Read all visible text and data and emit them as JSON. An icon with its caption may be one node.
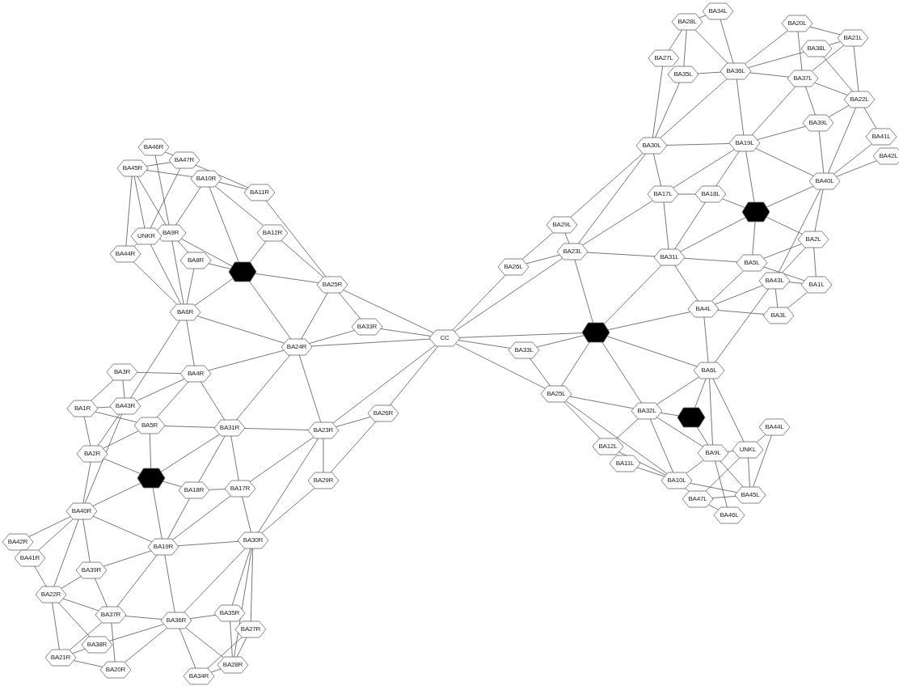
{
  "diagram": {
    "nodes": [
      {
        "text": [
          "BA46R"
        ]
      },
      {
        "text": [
          "BA47R"
        ]
      },
      {
        "text": [
          "BA45R"
        ]
      },
      {
        "text": [
          "BA10R"
        ]
      },
      {
        "text": [
          "BA11R"
        ]
      },
      {
        "text": [
          "BA9R"
        ]
      },
      {
        "text": [
          "UNKR"
        ]
      },
      {
        "text": [
          "BA12R"
        ]
      },
      {
        "text": [
          "BA44R"
        ]
      },
      {
        "text": [
          "BA8R"
        ]
      },
      {
        "text": [],
        "shape": "hexagon"
      },
      {
        "text": [
          "BA25R"
        ]
      },
      {
        "text": [
          "BA6R"
        ]
      },
      {
        "text": [
          "BA33R"
        ]
      },
      {
        "text": [
          "BA24R"
        ]
      },
      {
        "text": [
          "CC"
        ]
      },
      {
        "text": [
          "BA3R"
        ]
      },
      {
        "text": [
          "BA4R"
        ]
      },
      {
        "text": [
          "BA1R"
        ]
      },
      {
        "text": [
          "BA43R"
        ]
      },
      {
        "text": [
          "BA5R"
        ]
      },
      {
        "text": [
          "BA31R"
        ]
      },
      {
        "text": [
          "BA23R"
        ]
      },
      {
        "text": [
          "BA26R"
        ]
      },
      {
        "text": [
          "BA2R"
        ]
      },
      {
        "text": [],
        "shape": "hexagon"
      },
      {
        "text": [
          "BA18R"
        ]
      },
      {
        "text": [
          "BA17R"
        ]
      },
      {
        "text": [
          "BA29R"
        ]
      },
      {
        "text": [
          "BA40R"
        ]
      },
      {
        "text": [
          "BA42R"
        ]
      },
      {
        "text": [
          "BA41R"
        ]
      },
      {
        "text": [
          "BA19R"
        ]
      },
      {
        "text": [
          "BA30R"
        ]
      },
      {
        "text": [
          "BA39R"
        ]
      },
      {
        "text": [
          "BA22R"
        ]
      },
      {
        "text": [
          "BA37R"
        ]
      },
      {
        "text": [
          "BA36R"
        ]
      },
      {
        "text": [
          "BA35R"
        ]
      },
      {
        "text": [
          "BA27R"
        ]
      },
      {
        "text": [
          "BA38R"
        ]
      },
      {
        "text": [
          "BA21R"
        ]
      },
      {
        "text": [
          "BA20R"
        ]
      },
      {
        "text": [
          "BA28R"
        ]
      },
      {
        "text": [
          "BA34R"
        ]
      },
      {
        "text": [
          "BA34L"
        ]
      },
      {
        "text": [
          "BA28L"
        ]
      },
      {
        "text": [
          "BA20L"
        ]
      },
      {
        "text": [
          "BA21L"
        ]
      },
      {
        "text": [
          "BA38L"
        ]
      },
      {
        "text": [
          "BA27L"
        ]
      },
      {
        "text": [
          "BA36L"
        ]
      },
      {
        "text": [
          "BA35L"
        ]
      },
      {
        "text": [
          "BA37L"
        ]
      },
      {
        "text": [
          "BA22L"
        ]
      },
      {
        "text": [
          "BA39L"
        ]
      },
      {
        "text": [
          "BA41L"
        ]
      },
      {
        "text": [
          "BA30L"
        ]
      },
      {
        "text": [
          "BA19L"
        ]
      },
      {
        "text": [
          "BA42L"
        ]
      },
      {
        "text": [
          "BA40L"
        ]
      },
      {
        "text": [
          "BA17L"
        ]
      },
      {
        "text": [
          "BA18L"
        ]
      },
      {
        "text": [],
        "shape": "hexagon"
      },
      {
        "text": [
          "BA29L"
        ]
      },
      {
        "text": [
          "BA2L"
        ]
      },
      {
        "text": [
          "BA23L"
        ]
      },
      {
        "text": [
          "BA31L"
        ]
      },
      {
        "text": [
          "BA5L"
        ]
      },
      {
        "text": [
          "BA26L"
        ]
      },
      {
        "text": [
          "BA43L"
        ]
      },
      {
        "text": [
          "BA1L"
        ]
      },
      {
        "text": [
          "BA4L"
        ]
      },
      {
        "text": [
          "BA3L"
        ]
      },
      {
        "text": [],
        "shape": "hexagon"
      },
      {
        "text": [
          "BA33L"
        ]
      },
      {
        "text": [
          "BA6L"
        ]
      },
      {
        "text": [
          "BA25L"
        ]
      },
      {
        "text": [
          "BA32L"
        ]
      },
      {
        "text": [],
        "shape": "hexagon"
      },
      {
        "text": [
          "BA44L"
        ]
      },
      {
        "text": [
          "BA12L"
        ]
      },
      {
        "text": [
          "BA9L"
        ]
      },
      {
        "text": [
          "UNKL"
        ]
      },
      {
        "text": [
          "BA11L"
        ]
      },
      {
        "text": [
          "BA10L"
        ]
      },
      {
        "text": [
          "BA45L"
        ]
      },
      {
        "text": [
          "BA47L"
        ]
      },
      {
        "text": [
          "BA46L"
        ]
      }
    ],
    "edges": [
      {
        "from": 0,
        "to": 1,
        "arrow": "none"
      },
      {
        "from": 0,
        "to": 5,
        "arrow": "none"
      },
      {
        "from": 2,
        "to": 1,
        "arrow": "none"
      },
      {
        "from": 2,
        "to": 3,
        "arrow": "none"
      },
      {
        "from": 2,
        "to": 8,
        "arrow": "none"
      },
      {
        "from": 2,
        "to": 6,
        "arrow": "none"
      },
      {
        "from": 2,
        "to": 5,
        "arrow": "none"
      },
      {
        "from": 1,
        "to": 6,
        "arrow": "none"
      },
      {
        "from": 1,
        "to": 4,
        "arrow": "none"
      },
      {
        "from": 3,
        "to": 4,
        "arrow": "none"
      },
      {
        "from": 3,
        "to": 7,
        "arrow": "none"
      },
      {
        "from": 3,
        "to": 5,
        "arrow": "none"
      },
      {
        "from": 3,
        "to": 10,
        "arrow": "none"
      },
      {
        "from": 7,
        "to": 10,
        "arrow": "none"
      },
      {
        "from": 4,
        "to": 11,
        "arrow": "none"
      },
      {
        "from": 7,
        "to": 11,
        "arrow": "none"
      },
      {
        "from": 6,
        "to": 8,
        "arrow": "none"
      },
      {
        "from": 6,
        "to": 12,
        "arrow": "none"
      },
      {
        "from": 5,
        "to": 10,
        "arrow": "none"
      },
      {
        "from": 5,
        "to": 9,
        "arrow": "none"
      },
      {
        "from": 5,
        "to": 12,
        "arrow": "none"
      },
      {
        "from": 8,
        "to": 12,
        "arrow": "none"
      },
      {
        "from": 9,
        "to": 10,
        "arrow": "none"
      },
      {
        "from": 9,
        "to": 12,
        "arrow": "none"
      },
      {
        "from": 10,
        "to": 11,
        "arrow": "none"
      },
      {
        "from": 10,
        "to": 14,
        "arrow": "none"
      },
      {
        "from": 10,
        "to": 12,
        "arrow": "none"
      },
      {
        "from": 12,
        "to": 14,
        "arrow": "none"
      },
      {
        "from": 11,
        "to": 14,
        "arrow": "none"
      },
      {
        "from": 11,
        "to": 13,
        "arrow": "none"
      },
      {
        "from": 11,
        "to": 15,
        "arrow": "none"
      },
      {
        "from": 13,
        "to": 14,
        "arrow": "none"
      },
      {
        "from": 13,
        "to": 15,
        "arrow": "none"
      },
      {
        "from": 14,
        "to": 15,
        "arrow": "none"
      },
      {
        "from": 12,
        "to": 19,
        "arrow": "none"
      },
      {
        "from": 12,
        "to": 17,
        "arrow": "none"
      },
      {
        "from": 16,
        "to": 17,
        "arrow": "none"
      },
      {
        "from": 16,
        "to": 18,
        "arrow": "none"
      },
      {
        "from": 16,
        "to": 19,
        "arrow": "none"
      },
      {
        "from": 17,
        "to": 14,
        "arrow": "none"
      },
      {
        "from": 17,
        "to": 19,
        "arrow": "none"
      },
      {
        "from": 17,
        "to": 20,
        "arrow": "none"
      },
      {
        "from": 17,
        "to": 21,
        "arrow": "none"
      },
      {
        "from": 18,
        "to": 19,
        "arrow": "none"
      },
      {
        "from": 18,
        "to": 20,
        "arrow": "none"
      },
      {
        "from": 18,
        "to": 24,
        "arrow": "none"
      },
      {
        "from": 19,
        "to": 24,
        "arrow": "none"
      },
      {
        "from": 19,
        "to": 29,
        "arrow": "none"
      },
      {
        "from": 20,
        "to": 24,
        "arrow": "none"
      },
      {
        "from": 20,
        "to": 21,
        "arrow": "none"
      },
      {
        "from": 20,
        "to": 25,
        "arrow": "none"
      },
      {
        "from": 21,
        "to": 14,
        "arrow": "none"
      },
      {
        "from": 21,
        "to": 22,
        "arrow": "none"
      },
      {
        "from": 21,
        "to": 25,
        "arrow": "none"
      },
      {
        "from": 21,
        "to": 26,
        "arrow": "none"
      },
      {
        "from": 21,
        "to": 27,
        "arrow": "none"
      },
      {
        "from": 14,
        "to": 22,
        "arrow": "none"
      },
      {
        "from": 22,
        "to": 23,
        "arrow": "none"
      },
      {
        "from": 22,
        "to": 28,
        "arrow": "none"
      },
      {
        "from": 22,
        "to": 15,
        "arrow": "none"
      },
      {
        "from": 22,
        "to": 27,
        "arrow": "none"
      },
      {
        "from": 22,
        "to": 33,
        "arrow": "none"
      },
      {
        "from": 23,
        "to": 15,
        "arrow": "none"
      },
      {
        "from": 23,
        "to": 28,
        "arrow": "none"
      },
      {
        "from": 28,
        "to": 33,
        "arrow": "none"
      },
      {
        "from": 24,
        "to": 25,
        "arrow": "none"
      },
      {
        "from": 24,
        "to": 29,
        "arrow": "none"
      },
      {
        "from": 25,
        "to": 26,
        "arrow": "none"
      },
      {
        "from": 25,
        "to": 29,
        "arrow": "none"
      },
      {
        "from": 25,
        "to": 32,
        "arrow": "none"
      },
      {
        "from": 26,
        "to": 27,
        "arrow": "none"
      },
      {
        "from": 26,
        "to": 32,
        "arrow": "none"
      },
      {
        "from": 27,
        "to": 32,
        "arrow": "none"
      },
      {
        "from": 27,
        "to": 33,
        "arrow": "none"
      },
      {
        "from": 29,
        "to": 30,
        "arrow": "none"
      },
      {
        "from": 29,
        "to": 31,
        "arrow": "none"
      },
      {
        "from": 29,
        "to": 35,
        "arrow": "none"
      },
      {
        "from": 29,
        "to": 34,
        "arrow": "none"
      },
      {
        "from": 29,
        "to": 32,
        "arrow": "none"
      },
      {
        "from": 31,
        "to": 35,
        "arrow": "none"
      },
      {
        "from": 32,
        "to": 33,
        "arrow": "none"
      },
      {
        "from": 32,
        "to": 34,
        "arrow": "none"
      },
      {
        "from": 32,
        "to": 36,
        "arrow": "none"
      },
      {
        "from": 32,
        "to": 37,
        "arrow": "none"
      },
      {
        "from": 34,
        "to": 35,
        "arrow": "none"
      },
      {
        "from": 34,
        "to": 36,
        "arrow": "none"
      },
      {
        "from": 35,
        "to": 36,
        "arrow": "none"
      },
      {
        "from": 35,
        "to": 41,
        "arrow": "none"
      },
      {
        "from": 35,
        "to": 40,
        "arrow": "none"
      },
      {
        "from": 36,
        "to": 37,
        "arrow": "none"
      },
      {
        "from": 36,
        "to": 41,
        "arrow": "none"
      },
      {
        "from": 36,
        "to": 42,
        "arrow": "none"
      },
      {
        "from": 41,
        "to": 40,
        "arrow": "none"
      },
      {
        "from": 41,
        "to": 42,
        "arrow": "none"
      },
      {
        "from": 40,
        "to": 37,
        "arrow": "none"
      },
      {
        "from": 37,
        "to": 42,
        "arrow": "none"
      },
      {
        "from": 37,
        "to": 38,
        "arrow": "none"
      },
      {
        "from": 37,
        "to": 44,
        "arrow": "none"
      },
      {
        "from": 37,
        "to": 43,
        "arrow": "none"
      },
      {
        "from": 37,
        "to": 33,
        "arrow": "none"
      },
      {
        "from": 33,
        "to": 38,
        "arrow": "none"
      },
      {
        "from": 33,
        "to": 39,
        "arrow": "none"
      },
      {
        "from": 33,
        "to": 43,
        "arrow": "none"
      },
      {
        "from": 38,
        "to": 43,
        "arrow": "none"
      },
      {
        "from": 39,
        "to": 43,
        "arrow": "none"
      },
      {
        "from": 39,
        "to": 44,
        "arrow": "none"
      },
      {
        "from": 44,
        "to": 43,
        "arrow": "none"
      },
      {
        "from": 15,
        "to": 69,
        "arrow": "none"
      },
      {
        "from": 15,
        "to": 66,
        "arrow": "none"
      },
      {
        "from": 15,
        "to": 74,
        "arrow": "none"
      },
      {
        "from": 15,
        "to": 75,
        "arrow": "none"
      },
      {
        "from": 15,
        "to": 77,
        "arrow": "none"
      },
      {
        "from": 69,
        "to": 66,
        "arrow": "none"
      },
      {
        "from": 69,
        "to": 64,
        "arrow": "none"
      },
      {
        "from": 66,
        "to": 74,
        "arrow": "none"
      },
      {
        "from": 66,
        "to": 67,
        "arrow": "none"
      },
      {
        "from": 66,
        "to": 64,
        "arrow": "none"
      },
      {
        "from": 66,
        "to": 57,
        "arrow": "none"
      },
      {
        "from": 75,
        "to": 74,
        "arrow": "none"
      },
      {
        "from": 75,
        "to": 77,
        "arrow": "none"
      },
      {
        "from": 77,
        "to": 74,
        "arrow": "none"
      },
      {
        "from": 77,
        "to": 78,
        "arrow": "none"
      },
      {
        "from": 77,
        "to": 81,
        "arrow": "none"
      },
      {
        "from": 77,
        "to": 85,
        "arrow": "none"
      },
      {
        "from": 74,
        "to": 67,
        "arrow": "none"
      },
      {
        "from": 74,
        "to": 72,
        "arrow": "none"
      },
      {
        "from": 74,
        "to": 76,
        "arrow": "none"
      },
      {
        "from": 74,
        "to": 78,
        "arrow": "none"
      },
      {
        "from": 67,
        "to": 68,
        "arrow": "none"
      },
      {
        "from": 67,
        "to": 72,
        "arrow": "none"
      },
      {
        "from": 67,
        "to": 61,
        "arrow": "none"
      },
      {
        "from": 66,
        "to": 61,
        "arrow": "none"
      },
      {
        "from": 68,
        "to": 72,
        "arrow": "none"
      },
      {
        "from": 68,
        "to": 71,
        "arrow": "none"
      },
      {
        "from": 68,
        "to": 63,
        "arrow": "none"
      },
      {
        "from": 65,
        "to": 70,
        "arrow": "none"
      },
      {
        "from": 65,
        "to": 71,
        "arrow": "none"
      },
      {
        "from": 65,
        "to": 68,
        "arrow": "none"
      },
      {
        "from": 70,
        "to": 72,
        "arrow": "none"
      },
      {
        "from": 70,
        "to": 71,
        "arrow": "none"
      },
      {
        "from": 70,
        "to": 73,
        "arrow": "none"
      },
      {
        "from": 70,
        "to": 60,
        "arrow": "none"
      },
      {
        "from": 72,
        "to": 73,
        "arrow": "none"
      },
      {
        "from": 73,
        "to": 71,
        "arrow": "none"
      },
      {
        "from": 72,
        "to": 76,
        "arrow": "none"
      },
      {
        "from": 76,
        "to": 78,
        "arrow": "none"
      },
      {
        "from": 76,
        "to": 79,
        "arrow": "none"
      },
      {
        "from": 76,
        "to": 82,
        "arrow": "none"
      },
      {
        "from": 76,
        "to": 83,
        "arrow": "none"
      },
      {
        "from": 76,
        "to": 70,
        "arrow": "none"
      },
      {
        "from": 78,
        "to": 79,
        "arrow": "none"
      },
      {
        "from": 78,
        "to": 81,
        "arrow": "none"
      },
      {
        "from": 78,
        "to": 85,
        "arrow": "none"
      },
      {
        "from": 78,
        "to": 82,
        "arrow": "none"
      },
      {
        "from": 79,
        "to": 82,
        "arrow": "none"
      },
      {
        "from": 81,
        "to": 85,
        "arrow": "none"
      },
      {
        "from": 84,
        "to": 85,
        "arrow": "none"
      },
      {
        "from": 82,
        "to": 85,
        "arrow": "none"
      },
      {
        "from": 82,
        "to": 83,
        "arrow": "none"
      },
      {
        "from": 82,
        "to": 86,
        "arrow": "none"
      },
      {
        "from": 82,
        "to": 88,
        "arrow": "none"
      },
      {
        "from": 83,
        "to": 80,
        "arrow": "none"
      },
      {
        "from": 83,
        "to": 86,
        "arrow": "none"
      },
      {
        "from": 83,
        "to": 87,
        "arrow": "none"
      },
      {
        "from": 80,
        "to": 86,
        "arrow": "none"
      },
      {
        "from": 85,
        "to": 86,
        "arrow": "none"
      },
      {
        "from": 85,
        "to": 87,
        "arrow": "none"
      },
      {
        "from": 87,
        "to": 86,
        "arrow": "none"
      },
      {
        "from": 87,
        "to": 88,
        "arrow": "none"
      },
      {
        "from": 46,
        "to": 45,
        "arrow": "none"
      },
      {
        "from": 46,
        "to": 50,
        "arrow": "none"
      },
      {
        "from": 46,
        "to": 52,
        "arrow": "none"
      },
      {
        "from": 46,
        "to": 51,
        "arrow": "none"
      },
      {
        "from": 45,
        "to": 51,
        "arrow": "none"
      },
      {
        "from": 50,
        "to": 57,
        "arrow": "none"
      },
      {
        "from": 52,
        "to": 51,
        "arrow": "none"
      },
      {
        "from": 52,
        "to": 57,
        "arrow": "none"
      },
      {
        "from": 51,
        "to": 57,
        "arrow": "none"
      },
      {
        "from": 51,
        "to": 58,
        "arrow": "none"
      },
      {
        "from": 51,
        "to": 53,
        "arrow": "none"
      },
      {
        "from": 51,
        "to": 47,
        "arrow": "none"
      },
      {
        "from": 51,
        "to": 49,
        "arrow": "none"
      },
      {
        "from": 47,
        "to": 48,
        "arrow": "none"
      },
      {
        "from": 47,
        "to": 53,
        "arrow": "none"
      },
      {
        "from": 49,
        "to": 48,
        "arrow": "none"
      },
      {
        "from": 49,
        "to": 54,
        "arrow": "none"
      },
      {
        "from": 48,
        "to": 53,
        "arrow": "none"
      },
      {
        "from": 48,
        "to": 54,
        "arrow": "none"
      },
      {
        "from": 53,
        "to": 54,
        "arrow": "none"
      },
      {
        "from": 53,
        "to": 55,
        "arrow": "none"
      },
      {
        "from": 53,
        "to": 58,
        "arrow": "none"
      },
      {
        "from": 54,
        "to": 55,
        "arrow": "none"
      },
      {
        "from": 54,
        "to": 56,
        "arrow": "none"
      },
      {
        "from": 54,
        "to": 60,
        "arrow": "none"
      },
      {
        "from": 55,
        "to": 58,
        "arrow": "none"
      },
      {
        "from": 55,
        "to": 60,
        "arrow": "none"
      },
      {
        "from": 56,
        "to": 60,
        "arrow": "none"
      },
      {
        "from": 59,
        "to": 60,
        "arrow": "none"
      },
      {
        "from": 57,
        "to": 58,
        "arrow": "none"
      },
      {
        "from": 57,
        "to": 61,
        "arrow": "none"
      },
      {
        "from": 57,
        "to": 64,
        "arrow": "none"
      },
      {
        "from": 58,
        "to": 61,
        "arrow": "none"
      },
      {
        "from": 58,
        "to": 62,
        "arrow": "none"
      },
      {
        "from": 58,
        "to": 63,
        "arrow": "none"
      },
      {
        "from": 58,
        "to": 60,
        "arrow": "none"
      },
      {
        "from": 61,
        "to": 62,
        "arrow": "none"
      },
      {
        "from": 62,
        "to": 63,
        "arrow": "none"
      },
      {
        "from": 62,
        "to": 67,
        "arrow": "none"
      },
      {
        "from": 63,
        "to": 60,
        "arrow": "none"
      },
      {
        "from": 63,
        "to": 65,
        "arrow": "none"
      },
      {
        "from": 63,
        "to": 67,
        "arrow": "none"
      },
      {
        "from": 60,
        "to": 65,
        "arrow": "none"
      }
    ]
  }
}
